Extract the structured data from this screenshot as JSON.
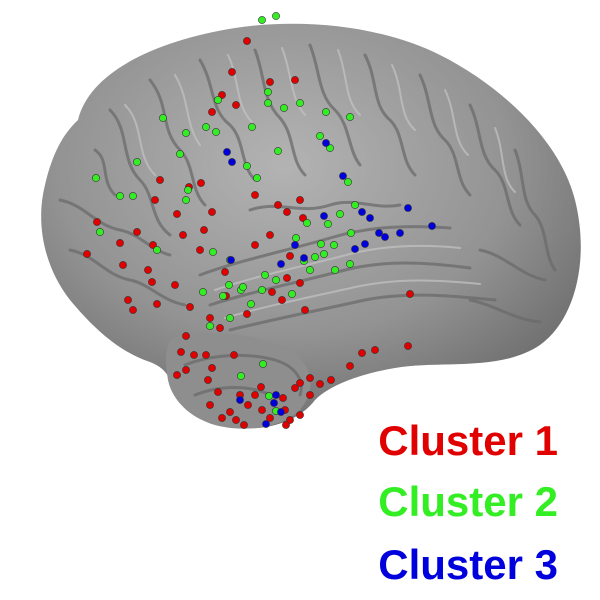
{
  "legend": [
    {
      "label": "Cluster 1",
      "color": "#e00000"
    },
    {
      "label": "Cluster 2",
      "color": "#33ee22"
    },
    {
      "label": "Cluster 3",
      "color": "#0000dd"
    }
  ],
  "colors": {
    "brain": "#8f8f8f",
    "brain_highlight": "#bdbdbd",
    "brain_shadow": "#5e5e5e",
    "electrode_outline": "#333333"
  }
}
